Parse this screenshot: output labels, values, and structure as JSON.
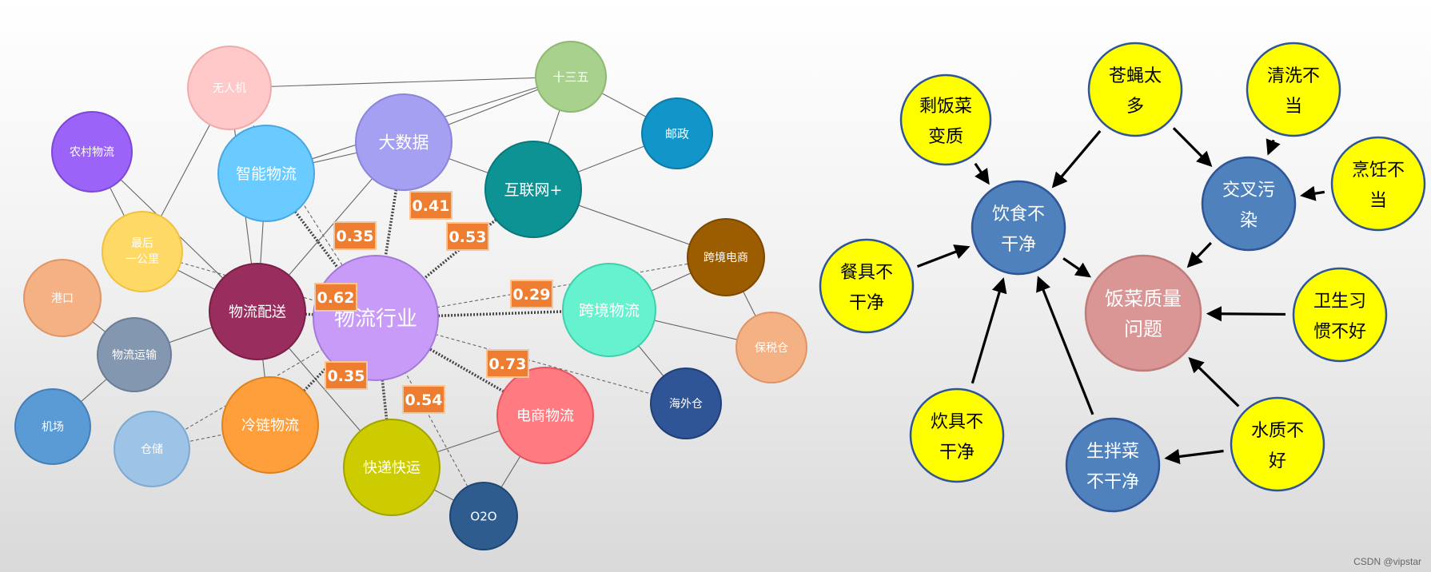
{
  "left": {
    "nodes": [
      {
        "id": "center",
        "label": "物流行业",
        "color": "#c79bf7",
        "stroke": "#a47ad8",
        "text": "#ffffff"
      },
      {
        "id": "peisong",
        "label": "物流配送",
        "color": "#992d5d",
        "stroke": "#7b1f47",
        "text": "#ffffff"
      },
      {
        "id": "zhineng",
        "label": "智能物流",
        "color": "#69cbff",
        "stroke": "#4aa6e0",
        "text": "#ffffff"
      },
      {
        "id": "dashuju",
        "label": "大数据",
        "color": "#a5a0f2",
        "stroke": "#8a84da",
        "text": "#ffffff"
      },
      {
        "id": "hulianwang",
        "label": "互联网+",
        "color": "#0e9394",
        "stroke": "#08787a",
        "text": "#ffffff"
      },
      {
        "id": "kuajingwl",
        "label": "跨境物流",
        "color": "#67f2cf",
        "stroke": "#3ed1ac",
        "text": "#ffffff"
      },
      {
        "id": "dianshang",
        "label": "电商物流",
        "color": "#ff7a81",
        "stroke": "#e5555e",
        "text": "#ffffff"
      },
      {
        "id": "kuaidi",
        "label": "快递快运",
        "color": "#cccc00",
        "stroke": "#a3a300",
        "text": "#ffffff"
      },
      {
        "id": "lenglian",
        "label": "冷链物流",
        "color": "#ff9f3b",
        "stroke": "#e08120",
        "text": "#ffffff"
      },
      {
        "id": "wurenji",
        "label": "无人机",
        "color": "#ffc9c9",
        "stroke": "#f0aaaa",
        "text": "#ffffff"
      },
      {
        "id": "shisanwu",
        "label": "十三五",
        "color": "#a9d18e",
        "stroke": "#8fb873",
        "text": "#ffffff"
      },
      {
        "id": "youzheng",
        "label": "邮政",
        "color": "#1295c9",
        "stroke": "#0e7aa6",
        "text": "#ffffff"
      },
      {
        "id": "nongcun",
        "label": "农村物流",
        "color": "#9b63f7",
        "stroke": "#7d46d6",
        "text": "#ffffff"
      },
      {
        "id": "zuihou",
        "label": "最后一公里",
        "color": "#ffd966",
        "stroke": "#f0c040",
        "text": "#ffffff"
      },
      {
        "id": "gangkou",
        "label": "港口",
        "color": "#f4b183",
        "stroke": "#e09466",
        "text": "#ffffff"
      },
      {
        "id": "yunshu",
        "label": "物流运输",
        "color": "#8497b0",
        "stroke": "#6a7d96",
        "text": "#ffffff"
      },
      {
        "id": "jichang",
        "label": "机场",
        "color": "#5b9bd5",
        "stroke": "#447fb5",
        "text": "#ffffff"
      },
      {
        "id": "cangchu",
        "label": "仓储",
        "color": "#9dc3e6",
        "stroke": "#7eaad2",
        "text": "#ffffff"
      },
      {
        "id": "kuajingds",
        "label": "跨境电商",
        "color": "#9c5d00",
        "stroke": "#7a4800",
        "text": "#ffffff"
      },
      {
        "id": "baoshui",
        "label": "保税仓",
        "color": "#f4b183",
        "stroke": "#e09466",
        "text": "#ffffff"
      },
      {
        "id": "haiwai",
        "label": "海外仓",
        "color": "#2f5597",
        "stroke": "#1f3f76",
        "text": "#ffffff"
      },
      {
        "id": "o2o",
        "label": "O2O",
        "color": "#2f5c8f",
        "stroke": "#1f4572",
        "text": "#ffffff"
      }
    ],
    "weights": [
      "0.35",
      "0.41",
      "0.53",
      "0.62",
      "0.29",
      "0.35",
      "0.54",
      "0.73"
    ],
    "weight_color": "#ed7d31"
  },
  "right": {
    "nodes": [
      {
        "id": "shengfan",
        "label": [
          "剩饭菜",
          "变质"
        ],
        "color": "#ffff00",
        "stroke": "#2f5597",
        "text": "#000000"
      },
      {
        "id": "cangying",
        "label": [
          "苍蝇太",
          "多"
        ],
        "color": "#ffff00",
        "stroke": "#2f5597",
        "text": "#000000"
      },
      {
        "id": "qingxi",
        "label": [
          "清洗不",
          "当"
        ],
        "color": "#ffff00",
        "stroke": "#2f5597",
        "text": "#000000"
      },
      {
        "id": "pengren",
        "label": [
          "烹饪不",
          "当"
        ],
        "color": "#ffff00",
        "stroke": "#2f5597",
        "text": "#000000"
      },
      {
        "id": "yinshi",
        "label": [
          "饮食不",
          "干净"
        ],
        "color": "#4f81bd",
        "stroke": "#2f5597",
        "text": "#ffffff"
      },
      {
        "id": "jiaocha",
        "label": [
          "交叉污",
          "染"
        ],
        "color": "#4f81bd",
        "stroke": "#2f5597",
        "text": "#ffffff"
      },
      {
        "id": "canju",
        "label": [
          "餐具不",
          "干净"
        ],
        "color": "#ffff00",
        "stroke": "#2f5597",
        "text": "#000000"
      },
      {
        "id": "fancai",
        "label": [
          "饭菜质量",
          "问题"
        ],
        "color": "#d99694",
        "stroke": "#c07c7a",
        "text": "#ffffff"
      },
      {
        "id": "weisheng",
        "label": [
          "卫生习",
          "惯不好"
        ],
        "color": "#ffff00",
        "stroke": "#2f5597",
        "text": "#000000"
      },
      {
        "id": "chuiju",
        "label": [
          "炊具不",
          "干净"
        ],
        "color": "#ffff00",
        "stroke": "#2f5597",
        "text": "#000000"
      },
      {
        "id": "shengban",
        "label": [
          "生拌菜",
          "不干净"
        ],
        "color": "#4f81bd",
        "stroke": "#2f5597",
        "text": "#ffffff"
      },
      {
        "id": "shuizhi",
        "label": [
          "水质不",
          "好"
        ],
        "color": "#ffff00",
        "stroke": "#2f5597",
        "text": "#000000"
      }
    ],
    "edges": [
      [
        "shengfan",
        "yinshi"
      ],
      [
        "cangying",
        "yinshi"
      ],
      [
        "cangying",
        "jiaocha"
      ],
      [
        "qingxi",
        "jiaocha"
      ],
      [
        "pengren",
        "jiaocha"
      ],
      [
        "canju",
        "yinshi"
      ],
      [
        "chuiju",
        "yinshi"
      ],
      [
        "shengban",
        "yinshi"
      ],
      [
        "yinshi",
        "fancai"
      ],
      [
        "jiaocha",
        "fancai"
      ],
      [
        "weisheng",
        "fancai"
      ],
      [
        "shuizhi",
        "fancai"
      ],
      [
        "shuizhi",
        "shengban"
      ]
    ]
  },
  "watermark": "CSDN @vipstar"
}
